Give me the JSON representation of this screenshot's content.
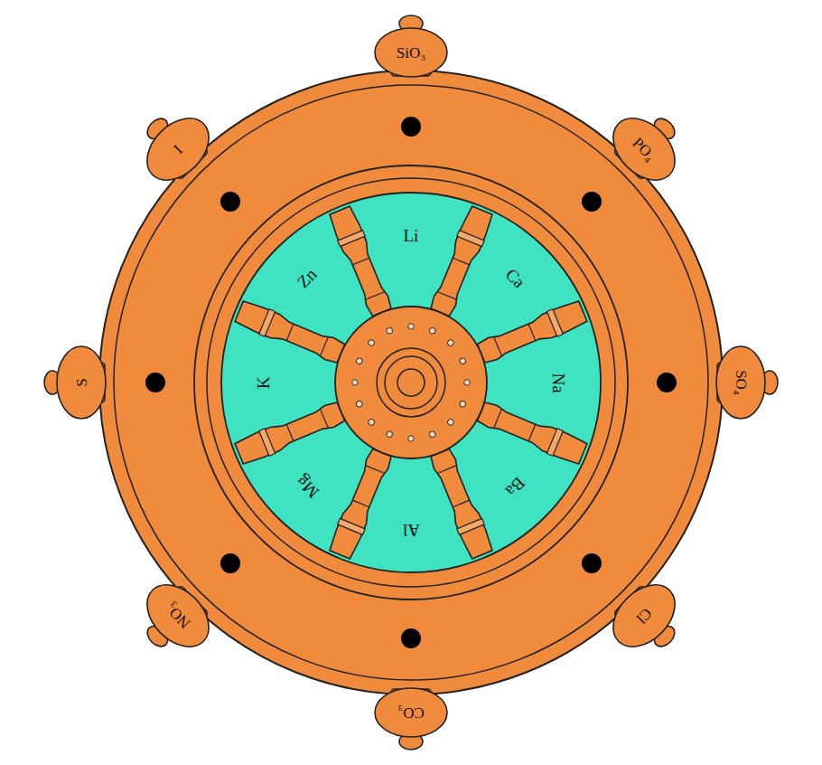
{
  "diagram": {
    "nodes": [
      {
        "text": [
          "SiO₃"
        ]
      },
      {
        "text": [
          "PO₄"
        ]
      },
      {
        "text": [
          "SO₄"
        ]
      },
      {
        "text": [
          "Cl"
        ]
      },
      {
        "text": [
          "CO₃"
        ]
      },
      {
        "text": [
          "NO₃"
        ]
      },
      {
        "text": [
          "S"
        ]
      },
      {
        "text": [
          "I"
        ]
      }
    ],
    "labels": [
      "Li",
      "Ca",
      "Na",
      "Ba",
      "Al",
      "Mg",
      "K",
      "Zn"
    ]
  }
}
